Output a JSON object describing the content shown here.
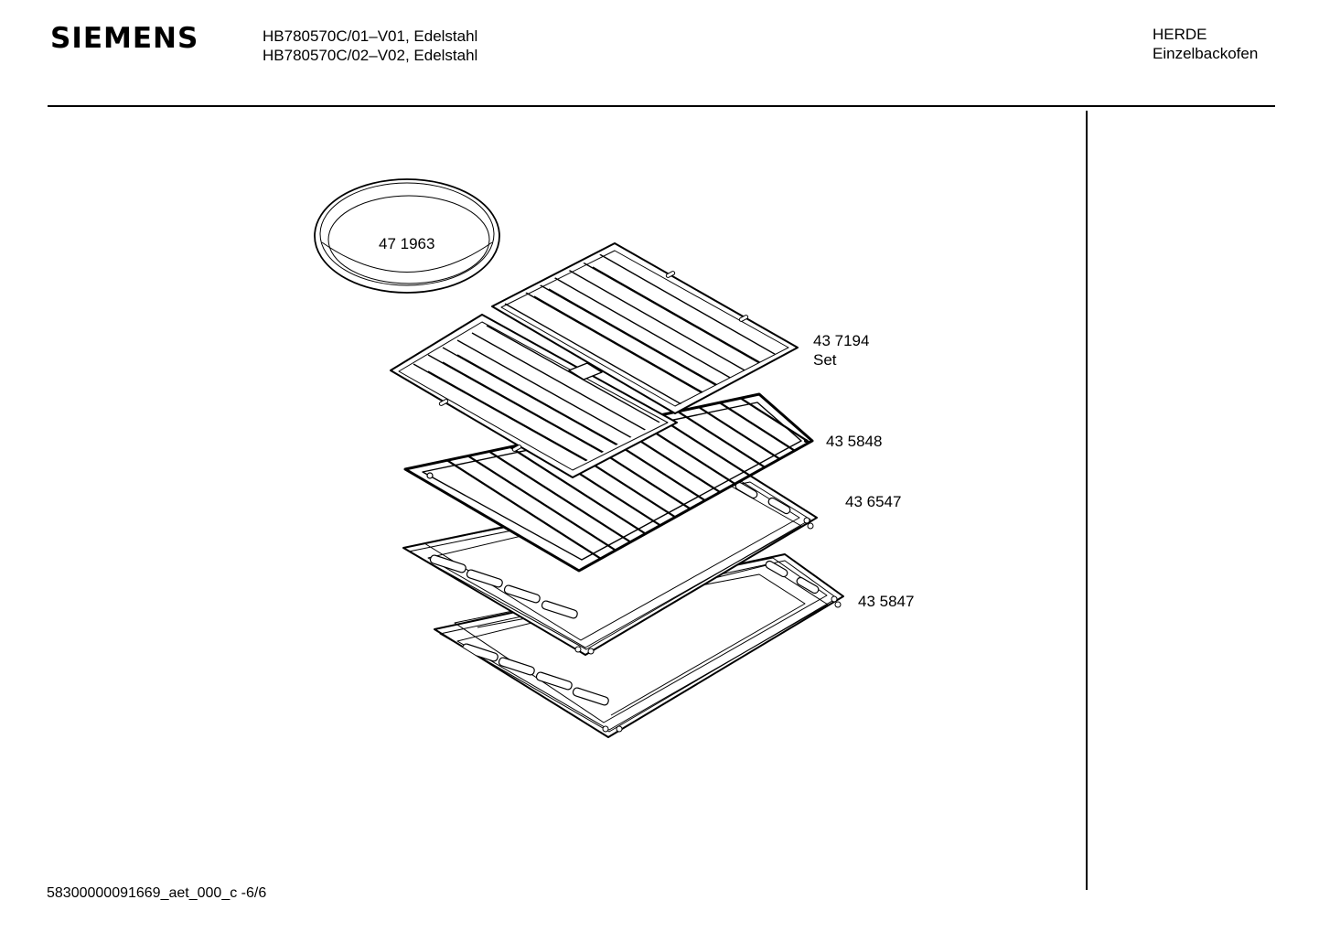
{
  "header": {
    "brand": "SIEMENS",
    "models": [
      "HB780570C/01–V01, Edelstahl",
      "HB780570C/02–V02, Edelstahl"
    ],
    "category": "HERDE",
    "subcategory": "Einzelbackofen"
  },
  "parts": [
    {
      "number": "47 1963",
      "name": ""
    },
    {
      "number": "43 7194",
      "name": "Set"
    },
    {
      "number": "43 5848",
      "name": ""
    },
    {
      "number": "43 6547",
      "name": ""
    },
    {
      "number": "43 5847",
      "name": ""
    }
  ],
  "footer": {
    "doc_id": "58300000091669_aet_000_c  -6/6"
  }
}
